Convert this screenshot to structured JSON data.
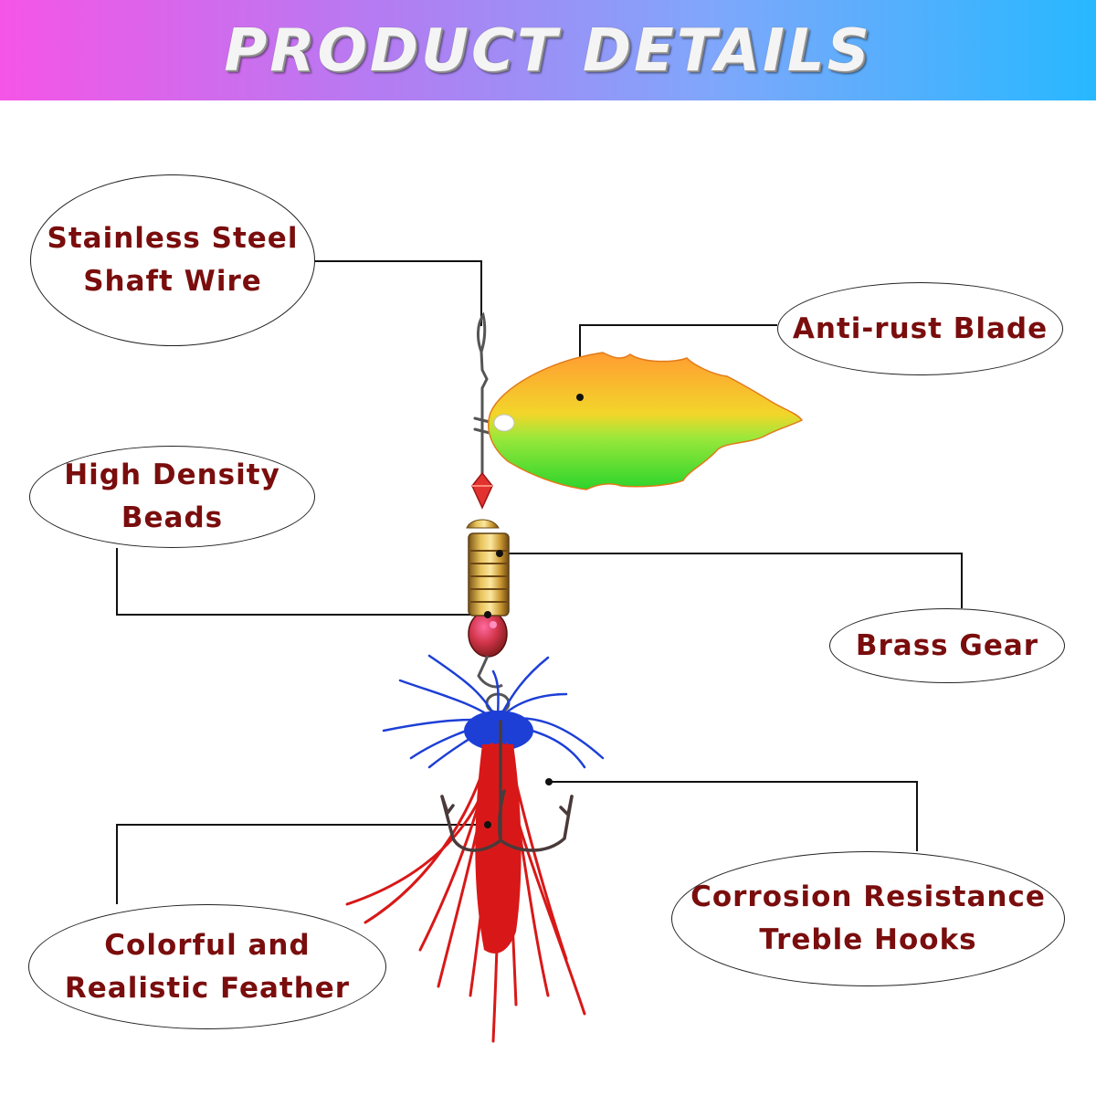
{
  "header": {
    "title": "PRODUCT DETAILS"
  },
  "callouts": [
    {
      "id": "shaft",
      "line1": "Stainless Steel",
      "line2": "Shaft Wire"
    },
    {
      "id": "blade",
      "line1": "Anti-rust Blade",
      "line2": ""
    },
    {
      "id": "beads",
      "line1": "High Density",
      "line2": "Beads"
    },
    {
      "id": "gear",
      "line1": "Brass Gear",
      "line2": ""
    },
    {
      "id": "hooks",
      "line1": "Corrosion Resistance",
      "line2": "Treble Hooks"
    },
    {
      "id": "feather",
      "line1": "Colorful and",
      "line2": "Realistic Feather"
    }
  ],
  "colors": {
    "label_text": "#7a0d0d",
    "banner_left": "#f555e6",
    "banner_right": "#27b8ff",
    "blade_top": "#ff9a2e",
    "blade_bottom": "#33d62c",
    "feather_red": "#d81818",
    "feather_blue": "#1d3fd6",
    "brass": "#c9a040"
  },
  "icons": {
    "product": "spinner-fishing-lure-icon"
  }
}
